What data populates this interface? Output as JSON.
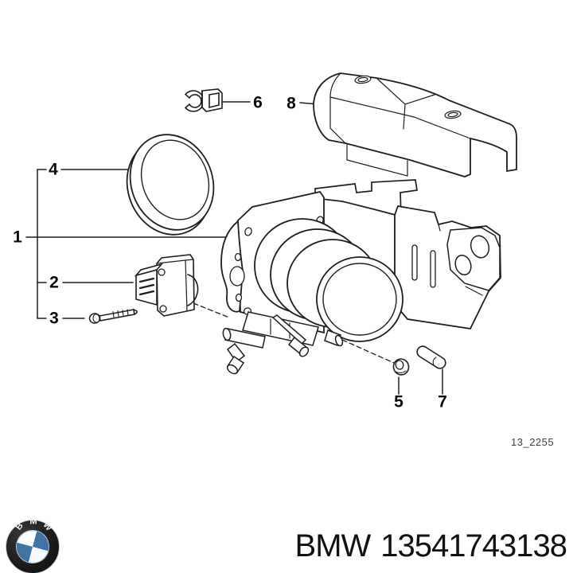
{
  "diagram": {
    "callouts": [
      {
        "label": "1"
      },
      {
        "label": "2"
      },
      {
        "label": "3"
      },
      {
        "label": "4"
      },
      {
        "label": "5"
      },
      {
        "label": "6"
      },
      {
        "label": "7"
      },
      {
        "label": "8"
      }
    ],
    "drawing_code": "13_2255"
  },
  "footer": {
    "brand": "BMW",
    "part_number": "13541743138",
    "logo_letters": [
      "B",
      "M",
      "W"
    ]
  },
  "colors": {
    "line": "#1e1e1e",
    "text": "#111111",
    "drawing_code_gray": "#3f3f3f",
    "logo_blue": "#3e74a5",
    "logo_ring": "#1b1b1b"
  }
}
